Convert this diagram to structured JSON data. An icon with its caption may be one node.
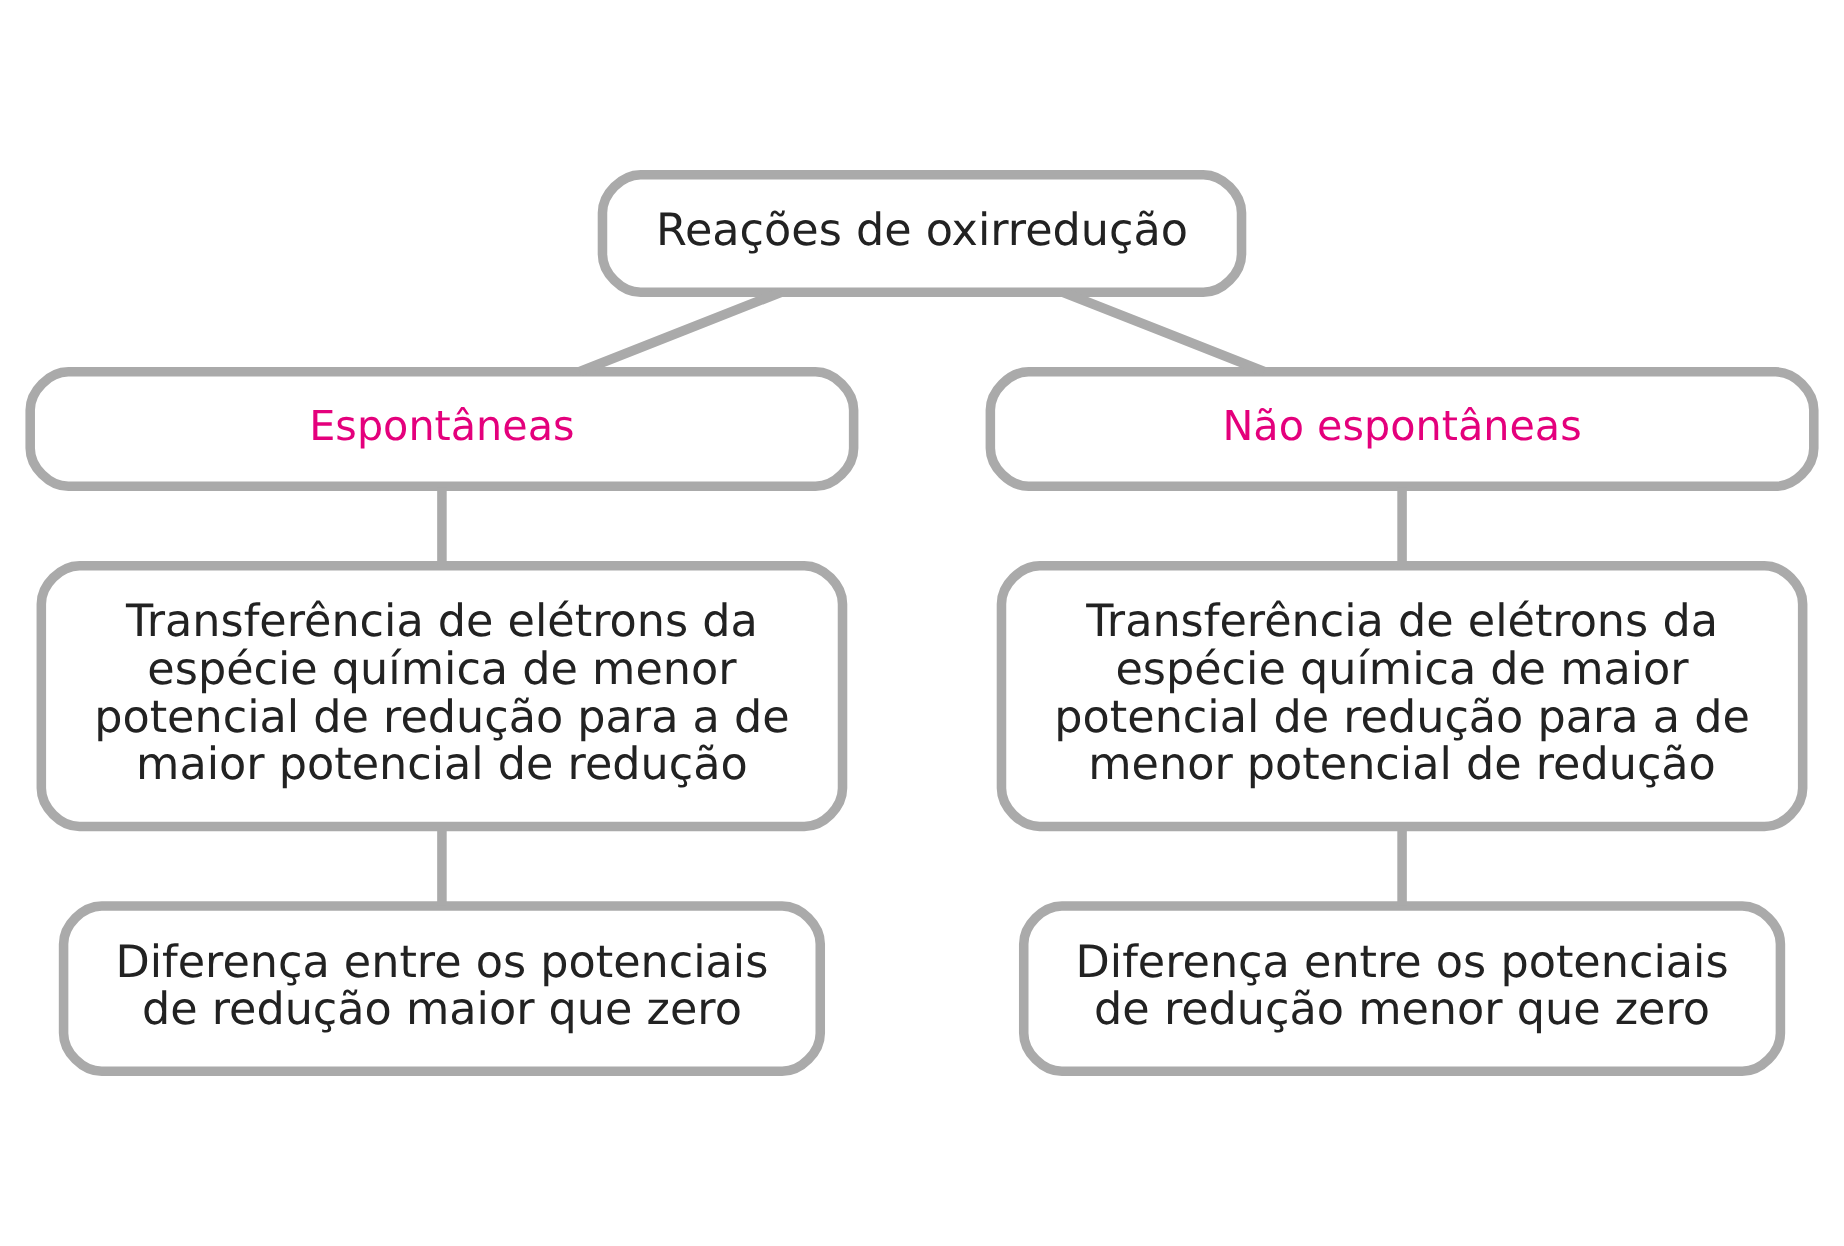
{
  "diagram": {
    "nodes": [
      {
        "text": [
          "Reações de oxirredução"
        ]
      },
      {
        "text": [
          "Espontâneas"
        ]
      },
      {
        "text": [
          "Transferência de elétrons da espécie química de menor potencial de redução para a de maior potencial de redução"
        ]
      },
      {
        "text": [
          "Diferença entre os potenciais de redução maior que zero"
        ]
      },
      {
        "text": [
          "Não espontâneas"
        ]
      },
      {
        "text": [
          "Transferência de elétrons da espécie química de maior potencial de redução para a de menor potencial de redução"
        ]
      },
      {
        "text": [
          "Diferença entre os potenciais de redução menor que zero"
        ]
      }
    ],
    "edges": [
      {
        "from": 0,
        "to": 1,
        "arrow": "none"
      },
      {
        "from": 0,
        "to": 4,
        "arrow": "none"
      },
      {
        "from": 1,
        "to": 2,
        "arrow": "none"
      },
      {
        "from": 2,
        "to": 3,
        "arrow": "none"
      },
      {
        "from": 4,
        "to": 5,
        "arrow": "none"
      },
      {
        "from": 5,
        "to": 6,
        "arrow": "none"
      }
    ]
  }
}
